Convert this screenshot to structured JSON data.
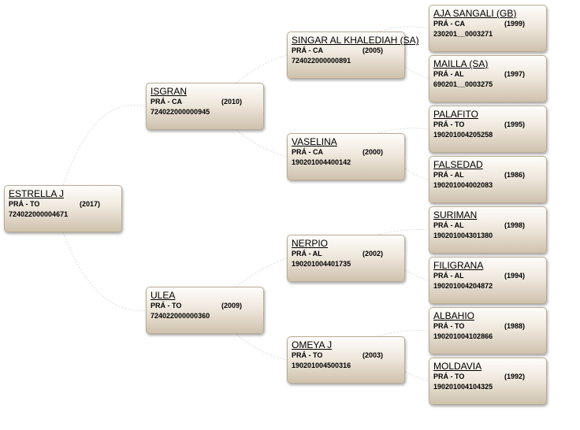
{
  "nodes": [
    {
      "name": "ESTRELLA J",
      "breed": "PRÁ - TO",
      "year": "(2017)",
      "reg": "724022000004671"
    },
    {
      "name": "ISGRAN",
      "breed": "PRÁ - CA",
      "year": "(2010)",
      "reg": "724022000000945"
    },
    {
      "name": "ULEA",
      "breed": "PRÁ - TO",
      "year": "(2009)",
      "reg": "724022000000360"
    },
    {
      "name": "SINGAR AL KHALEDIAH (SA)",
      "breed": "PRÁ - CA",
      "year": "(2005)",
      "reg": "724022000000891"
    },
    {
      "name": "VASELINA",
      "breed": "PRÁ - CA",
      "year": "(2000)",
      "reg": "190201004400142"
    },
    {
      "name": "NERPIO",
      "breed": "PRÁ - AL",
      "year": "(2002)",
      "reg": "190201004401735"
    },
    {
      "name": "OMEYA J",
      "breed": "PRÁ - TO",
      "year": "(2003)",
      "reg": "190201004500316"
    },
    {
      "name": "AJA SANGALI (GB)",
      "breed": "PRÁ - CA",
      "year": "(1999)",
      "reg": "230201__0003271"
    },
    {
      "name": "MAILLA (SA)",
      "breed": "PRÁ - AL",
      "year": "(1997)",
      "reg": "690201__0003275"
    },
    {
      "name": "PALAFITO",
      "breed": "PRÁ - TO",
      "year": "(1995)",
      "reg": "190201004205258"
    },
    {
      "name": "FALSEDAD",
      "breed": "PRÁ - AL",
      "year": "(1986)",
      "reg": "190201004002083"
    },
    {
      "name": "SURIMAN",
      "breed": "PRÁ - AL",
      "year": "(1998)",
      "reg": "190201004301380"
    },
    {
      "name": "FILIGRANA",
      "breed": "PRÁ - AL",
      "year": "(1994)",
      "reg": "190201004204872"
    },
    {
      "name": "ALBAHIO",
      "breed": "PRÁ - TO",
      "year": "(1988)",
      "reg": "190201004102866"
    },
    {
      "name": "MOLDAVIA",
      "breed": "PRÁ - TO",
      "year": "(1992)",
      "reg": "190201004104325"
    }
  ]
}
